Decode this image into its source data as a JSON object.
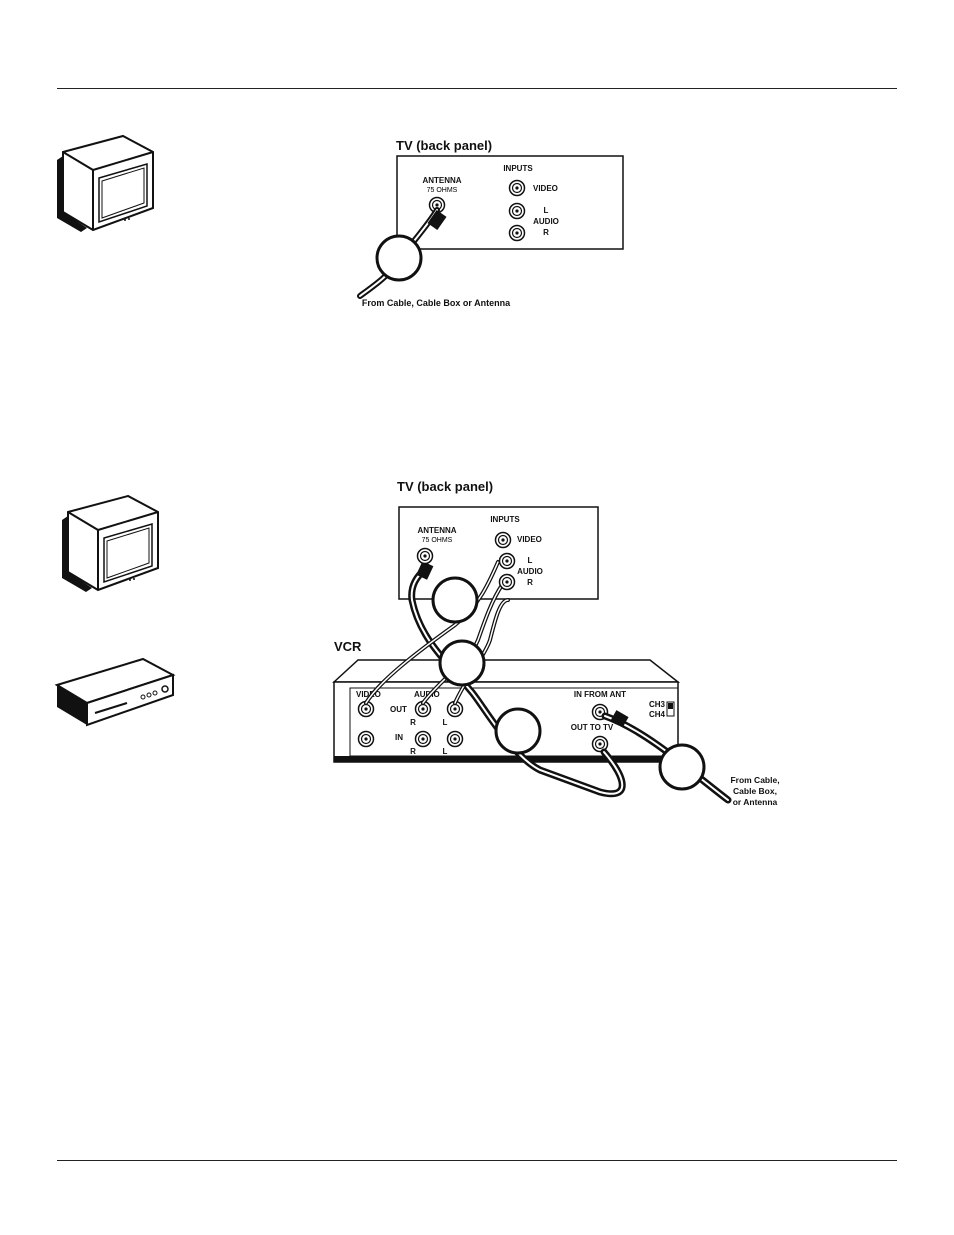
{
  "diagram1": {
    "title": "TV (back panel)",
    "antenna": "ANTENNA",
    "ohms": "75 OHMS",
    "inputs": "INPUTS",
    "video": "VIDEO",
    "l": "L",
    "audio": "AUDIO",
    "r": "R",
    "source": "From Cable, Cable Box or Antenna"
  },
  "diagram2": {
    "title": "TV (back panel)",
    "antenna": "ANTENNA",
    "ohms": "75 OHMS",
    "inputs": "INPUTS",
    "video": "VIDEO",
    "l": "L",
    "audio": "AUDIO",
    "r": "R",
    "vcr_label": "VCR",
    "vcr_video": "VIDEO",
    "vcr_audio": "AUDIO",
    "vcr_out": "OUT",
    "vcr_in": "IN",
    "vcr_r_out": "R",
    "vcr_l_out": "L",
    "vcr_r_in": "R",
    "vcr_l_in": "L",
    "in_from_ant": "IN FROM ANT",
    "out_to_tv": "OUT TO TV",
    "ch3": "CH3",
    "ch4": "CH4",
    "source_line1": "From Cable,",
    "source_line2": "Cable Box,",
    "source_line3": "or Antenna"
  }
}
